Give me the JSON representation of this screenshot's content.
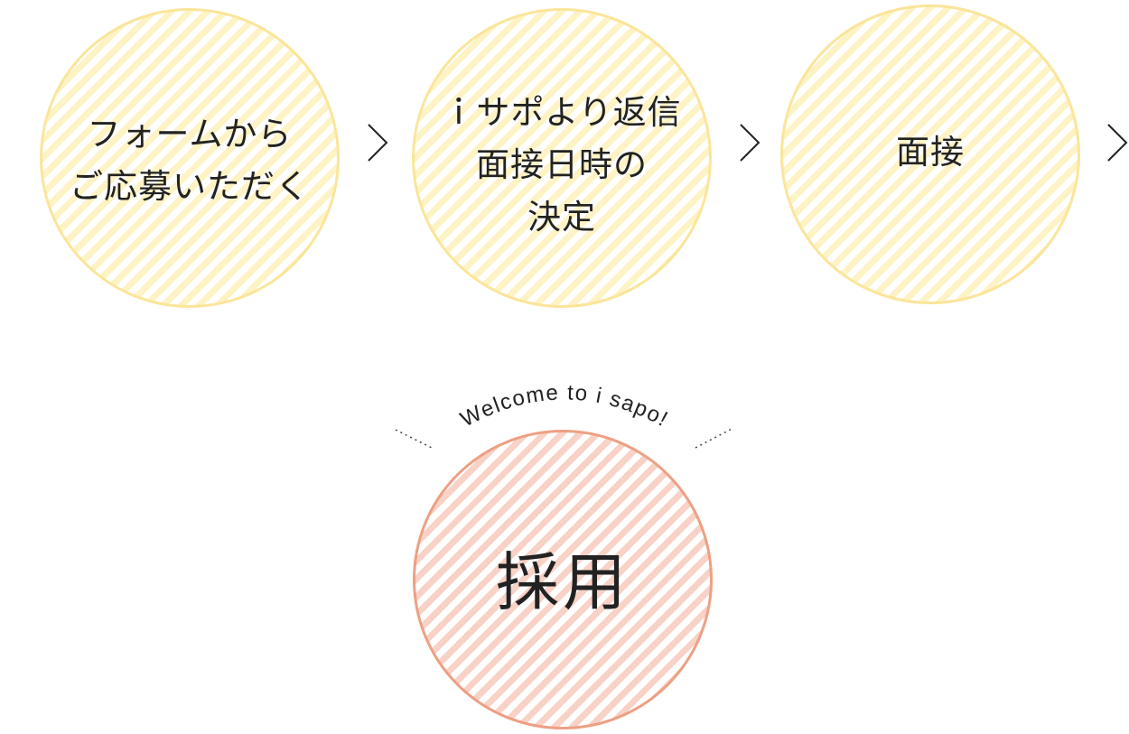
{
  "steps": [
    {
      "lines": [
        "フォームから",
        "ご応募いただく"
      ]
    },
    {
      "lines": [
        "ｉサポより返信",
        "面接日時の",
        "決定"
      ]
    },
    {
      "lines": [
        "面接"
      ]
    },
    {
      "lines": [
        "採用"
      ]
    }
  ],
  "welcome": "Welcome to i sapo!",
  "colors": {
    "step_border": "#fbe59a",
    "step_stripe": "#fdf3c4",
    "final_border": "#eea083",
    "final_stripe": "#f8d2c6",
    "arrow": "#222222"
  },
  "icons": [
    "chevron-right-icon"
  ]
}
